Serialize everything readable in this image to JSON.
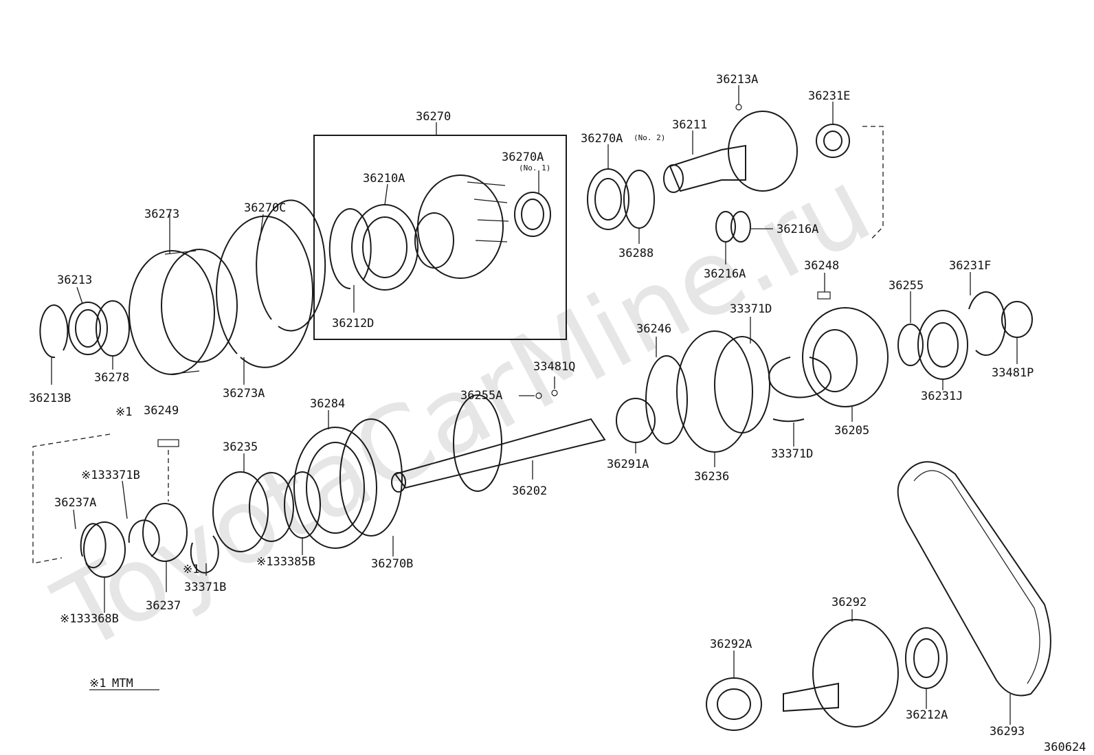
{
  "watermark": "ToyotaCarMine.ru",
  "diagram_id": "360624",
  "legend": {
    "mark": "※1",
    "text": "MTM"
  },
  "kit_label": "36270",
  "labels": {
    "p36213A": "36213A",
    "p36231E": "36231E",
    "p36211": "36211",
    "p36270A_no2": "36270A",
    "no2": "(No. 2)",
    "p36288": "36288",
    "p36216A_r": "36216A",
    "p36216A_b": "36216A",
    "p36270A_no1": "36270A",
    "no1": "(No. 1)",
    "p36210A": "36210A",
    "p36212D": "36212D",
    "p36273": "36273",
    "p36270C": "36270C",
    "p36213": "36213",
    "p36278": "36278",
    "p36213B": "36213B",
    "p36273A": "36273A",
    "p36248": "36248",
    "p36231F": "36231F",
    "p36255": "36255",
    "p33371D_t": "33371D",
    "p36246": "36246",
    "p33481P": "33481P",
    "p36231J": "36231J",
    "p36205": "36205",
    "p33371D_b": "33371D",
    "p36236": "36236",
    "p36291A": "36291A",
    "p33481Q": "33481Q",
    "p36255A": "36255A",
    "p36202": "36202",
    "p36284": "36284",
    "p36270B": "36270B",
    "p36235": "36235",
    "p33385B": "※133385B",
    "p36249": "36249",
    "m36249": "※1",
    "p33371B_t": "※133371B",
    "p36237A": "36237A",
    "p36237": "36237",
    "m33371B_b": "※1",
    "p33371B_b": "33371B",
    "p33368B": "※133368B",
    "p36292": "36292",
    "p36292A": "36292A",
    "p36212A": "36212A",
    "p36293": "36293"
  }
}
